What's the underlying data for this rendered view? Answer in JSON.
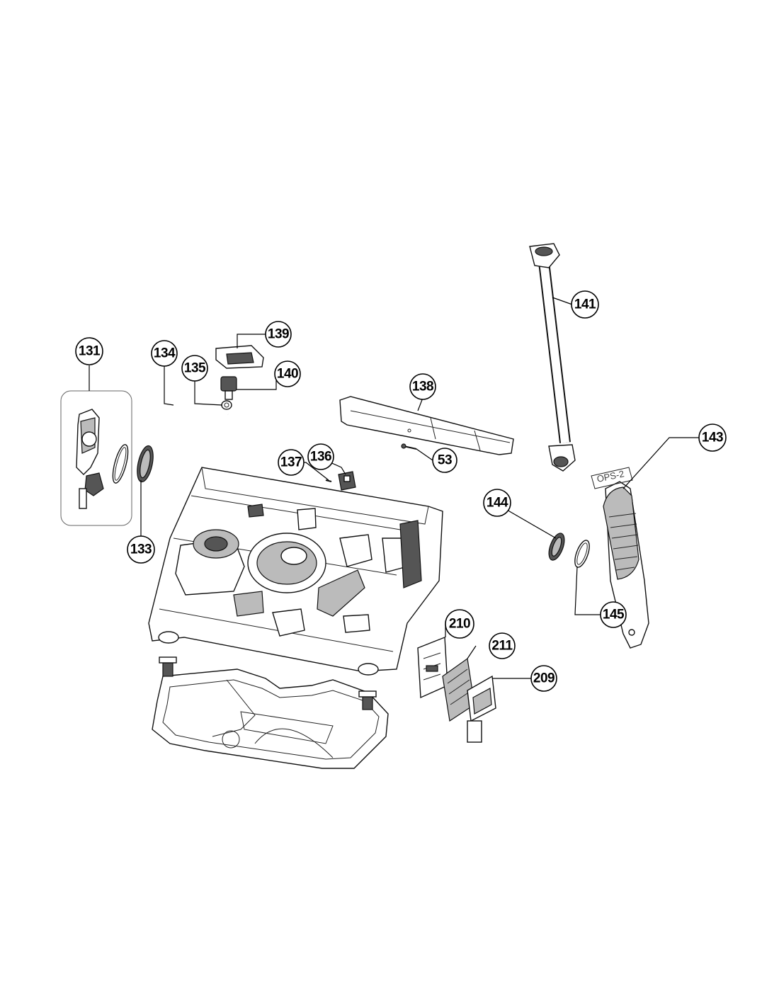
{
  "diagram": {
    "callouts": [
      {
        "id": "131",
        "label": "131"
      },
      {
        "id": "133",
        "label": "133"
      },
      {
        "id": "134",
        "label": "134"
      },
      {
        "id": "135",
        "label": "135"
      },
      {
        "id": "136",
        "label": "136"
      },
      {
        "id": "137",
        "label": "137"
      },
      {
        "id": "138",
        "label": "138"
      },
      {
        "id": "139",
        "label": "139"
      },
      {
        "id": "140",
        "label": "140"
      },
      {
        "id": "141",
        "label": "141"
      },
      {
        "id": "143",
        "label": "143"
      },
      {
        "id": "144",
        "label": "144"
      },
      {
        "id": "145",
        "label": "145"
      },
      {
        "id": "53",
        "label": "53"
      },
      {
        "id": "209",
        "label": "209"
      },
      {
        "id": "210",
        "label": "210"
      },
      {
        "id": "211",
        "label": "211"
      }
    ],
    "part_stamp": "OPS-2"
  }
}
